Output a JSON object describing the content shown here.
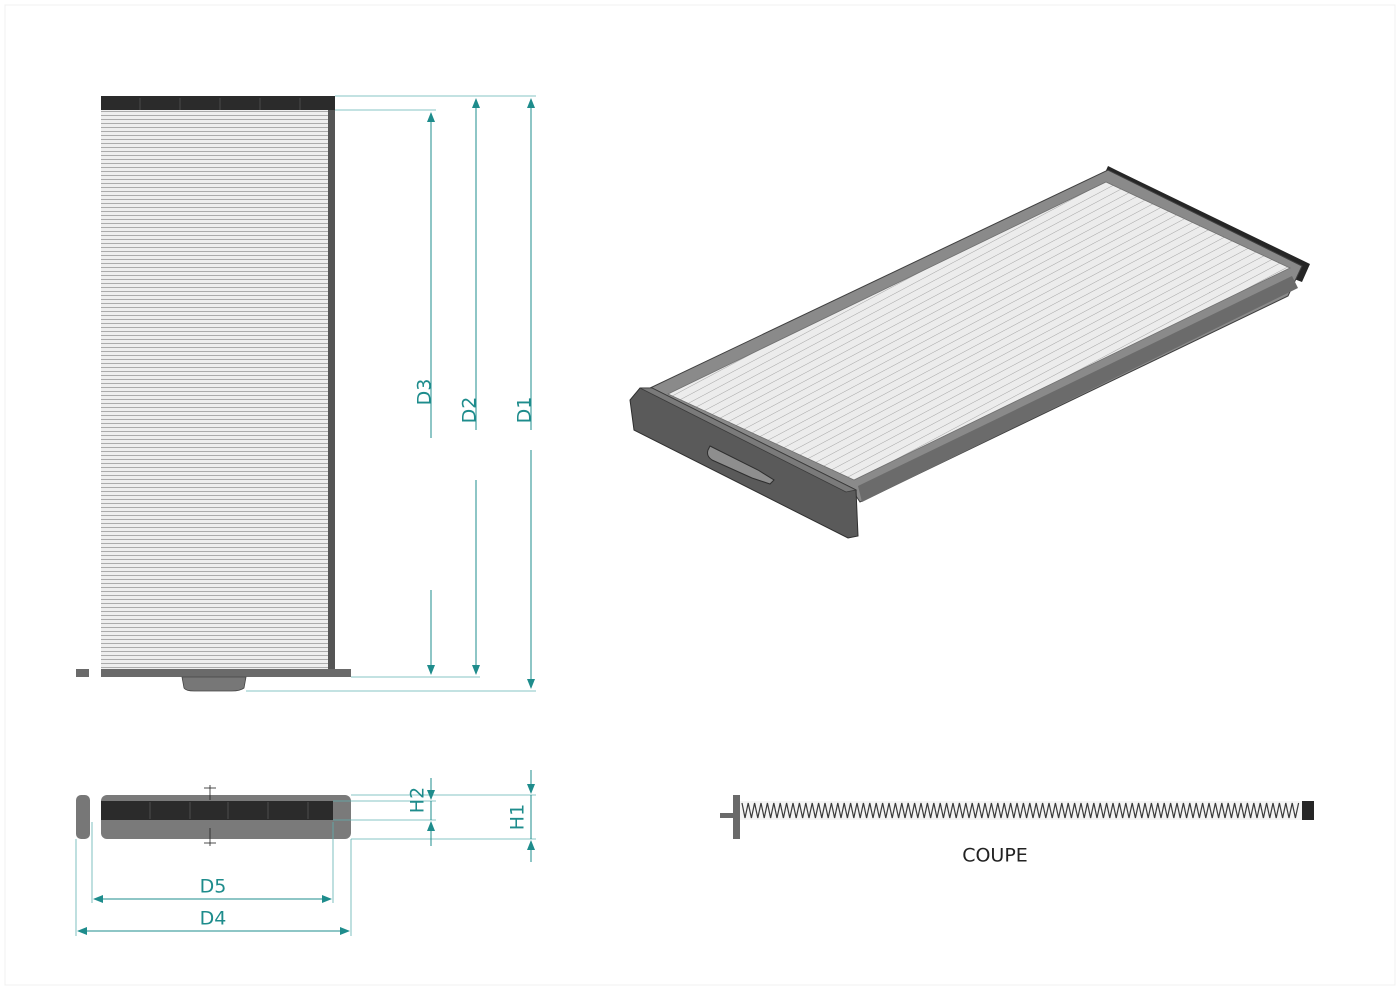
{
  "dimensions": {
    "d1": "D1",
    "d2": "D2",
    "d3": "D3",
    "d4": "D4",
    "d5": "D5",
    "h1": "H1",
    "h2": "H2"
  },
  "section_label": "COUPE",
  "colors": {
    "dimension": "#1e8c8c",
    "frame": "#5a5a5a",
    "gasket": "#2b2b2b",
    "media": "#e6e6e6"
  },
  "icons": {
    "arrowhead": "arrowhead-icon"
  }
}
